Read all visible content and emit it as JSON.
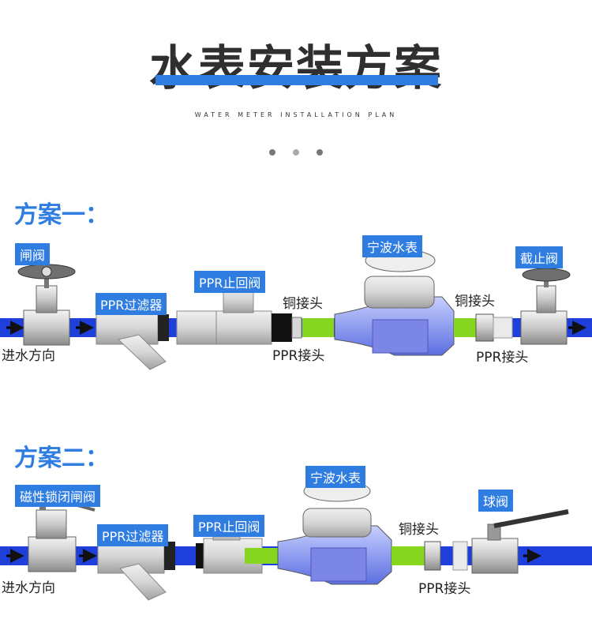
{
  "header": {
    "title": "水表安装方案",
    "subtitle": "WATER METER INSTALLATION PLAN",
    "dots": [
      "#777777",
      "#aaaaaa",
      "#777777"
    ]
  },
  "colors": {
    "accent": "#2f7de1",
    "pipe": "#1e3fd9",
    "copper_fitting": "#86d620",
    "meter_water": "#5b6ee0"
  },
  "plan1": {
    "heading": "方案一：",
    "labels": {
      "gate_valve": "闸阀",
      "flow_direction": "进水方向",
      "ppr_filter": "PPR过滤器",
      "ppr_check_valve": "PPR止回阀",
      "copper_joint_left": "铜接头",
      "ppr_joint_left": "PPR接头",
      "water_meter": "宁波水表",
      "copper_joint_right": "铜接头",
      "ppr_joint_right": "PPR接头",
      "stop_valve": "截止阀"
    }
  },
  "plan2": {
    "heading": "方案二：",
    "labels": {
      "magnetic_gate_valve": "磁性锁闭闸阀",
      "flow_direction": "进水方向",
      "ppr_filter": "PPR过滤器",
      "ppr_check_valve": "PPR止回阀",
      "water_meter": "宁波水表",
      "copper_joint": "铜接头",
      "ppr_joint": "PPR接头",
      "ball_valve": "球阀"
    }
  }
}
